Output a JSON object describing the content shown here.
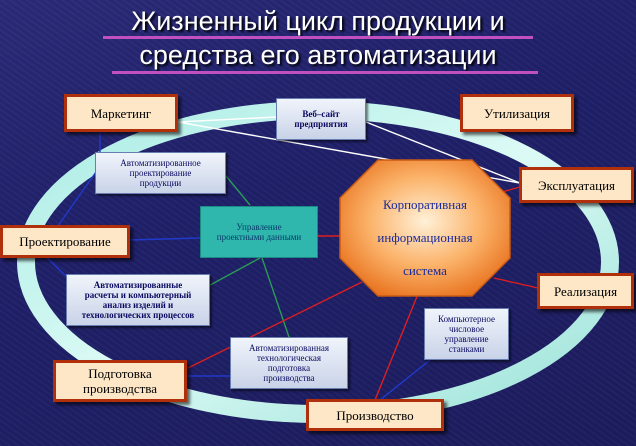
{
  "title": {
    "line1": "Жизненный цикл продукции и",
    "line2": "средства его автоматизации"
  },
  "stages": {
    "marketing": "Маркетинг",
    "utilization": "Утилизация",
    "exploitation": "Эксплуатация",
    "design": "Проектирование",
    "realization": "Реализация",
    "production_prep_line1": "Подготовка",
    "production_prep_line2": "производства",
    "production": "Производство"
  },
  "tools": {
    "website_line1": "Веб–сайт",
    "website_line2": "предприятия",
    "cad_line1": "Автоматизированное",
    "cad_line2": "проектирование",
    "cad_line3": "продукции",
    "pdm_line1": "Управление",
    "pdm_line2": "проектными данными",
    "cae_line1": "Автоматизированные",
    "cae_line2": "расчеты и компьютерный",
    "cae_line3": "анализ изделий и",
    "cae_line4": "технологических процессов",
    "capp_line1": "Автоматизированная",
    "capp_line2": "технологическая",
    "capp_line3": "подготовка",
    "capp_line4": "производства",
    "cnc_line1": "Компьютерное",
    "cnc_line2": "числовое",
    "cnc_line3": "управление",
    "cnc_line4": "станками"
  },
  "core": {
    "line1": "Корпоративная",
    "line2": "информационная",
    "line3": "система"
  },
  "colors": {
    "background": "#22226e",
    "ring": "#b8f0e8",
    "core_fill": "#f58a3a",
    "stage_border": "#b0300c",
    "title_underline": "#c050c0"
  }
}
